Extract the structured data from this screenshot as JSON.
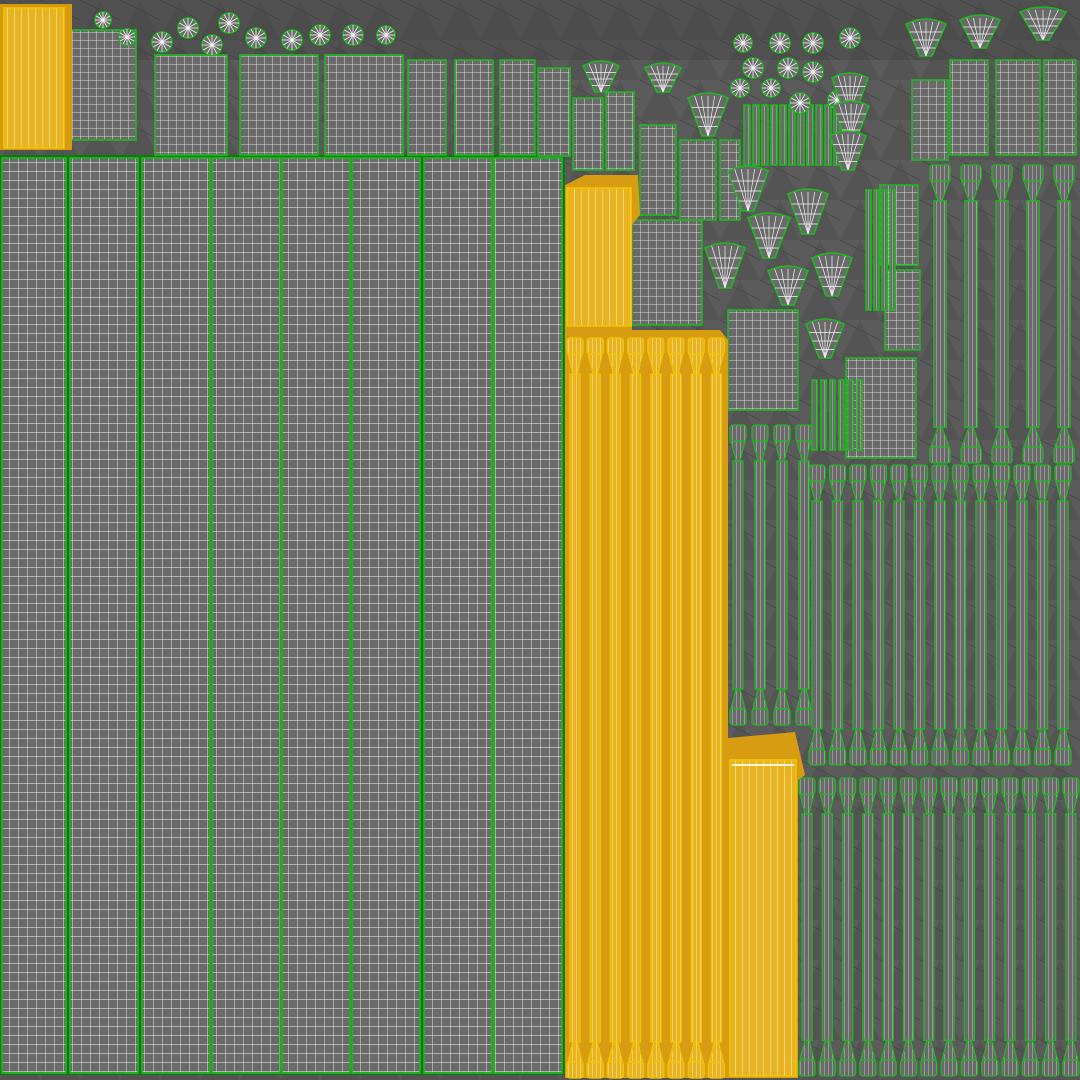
{
  "uv_layout": {
    "colors": {
      "background": "#5b5b5b",
      "background_dark": "#3e3e3e",
      "island_fill": "#6a6a6a",
      "island_wire": "#f4f4f4",
      "island_border": "#1fb81f",
      "island_border_dark": "#0e7a10",
      "selected_fill": "#e8b321",
      "selected_wire": "#fff6cf",
      "selected_border": "#f2c400"
    },
    "island_kinds": [
      "grid-strip",
      "grid-patch",
      "radial-disc",
      "fan-cone",
      "baluster"
    ],
    "selected_island_groups": [
      "cap-block-top-left",
      "cap-block-center",
      "balusters-center",
      "column-block-bottom"
    ]
  }
}
